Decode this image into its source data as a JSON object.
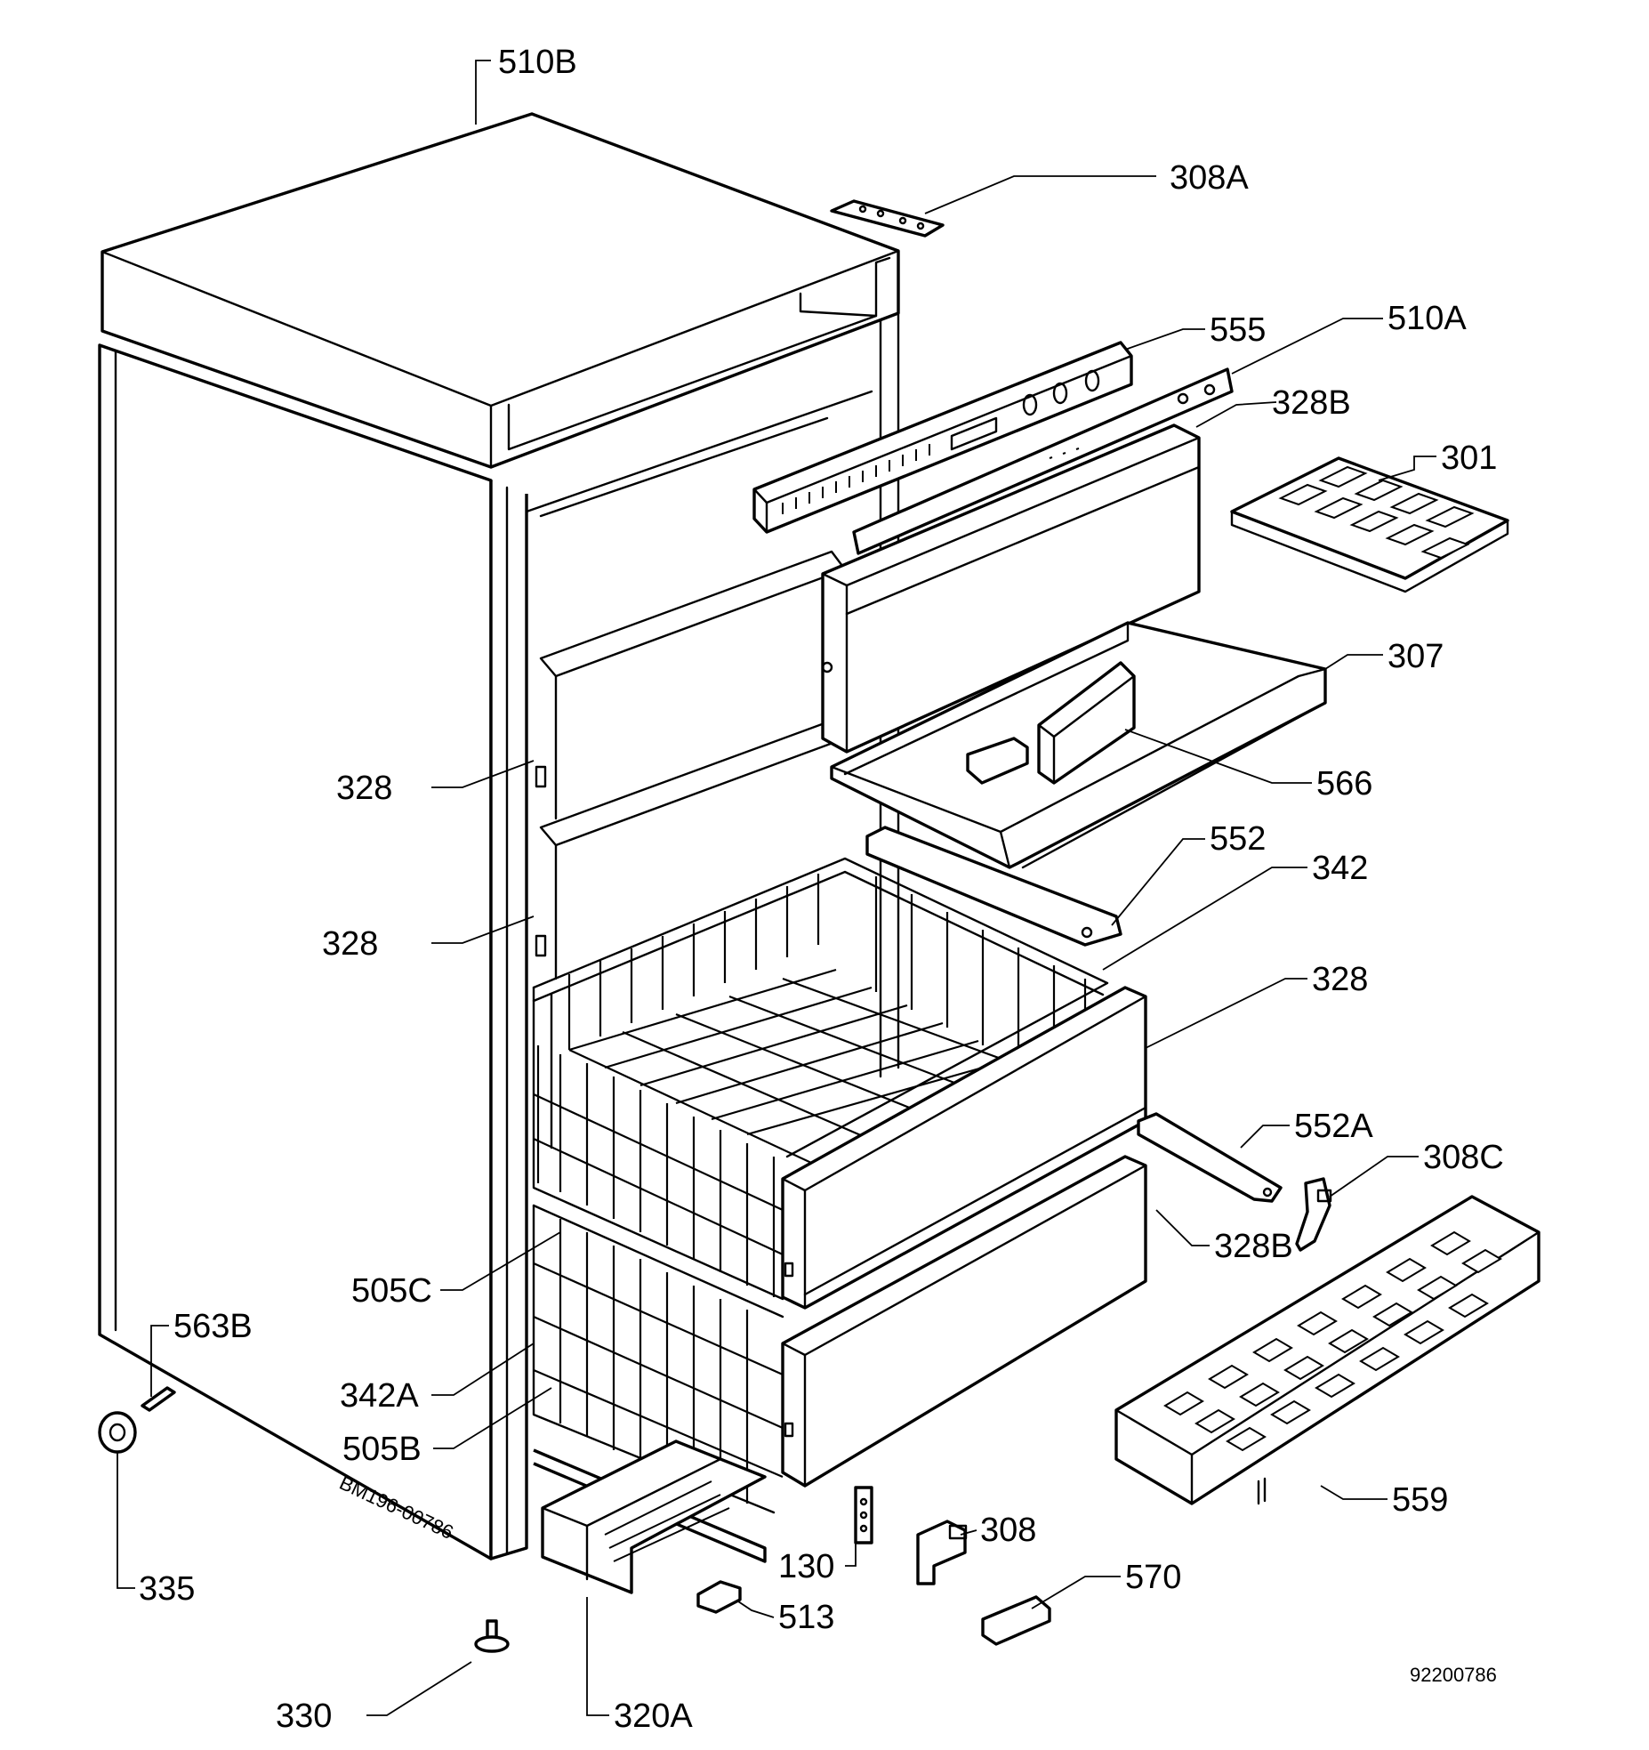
{
  "drawing": {
    "doc_number": "92200786",
    "stamp": "BM196-00786"
  },
  "callouts": {
    "c510B": "510B",
    "c308A": "308A",
    "c555": "555",
    "c510A": "510A",
    "c328B_top": "328B",
    "c301": "301",
    "c307": "307",
    "c566": "566",
    "c328_a": "328",
    "c328_b": "328",
    "c552": "552",
    "c342": "342",
    "c328_c": "328",
    "c552A": "552A",
    "c308C": "308C",
    "c328B_bot": "328B",
    "c505C": "505C",
    "c563B": "563B",
    "c342A": "342A",
    "c505B": "505B",
    "c559": "559",
    "c308": "308",
    "c130": "130",
    "c570": "570",
    "c513": "513",
    "c335": "335",
    "c330": "330",
    "c320A": "320A"
  }
}
